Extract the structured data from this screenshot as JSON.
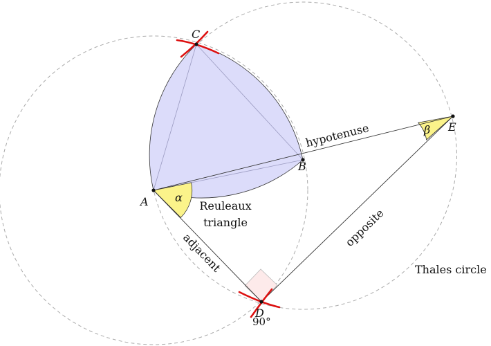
{
  "points": {
    "A": "A",
    "B": "B",
    "C": "C",
    "D": "D",
    "E": "E"
  },
  "angles": {
    "alpha": "α",
    "beta": "β",
    "right_angle": "90°"
  },
  "labels": {
    "hypotenuse": "hypotenuse",
    "adjacent": "adjacent",
    "opposite": "opposite",
    "reuleaux_line1": "Reuleaux",
    "reuleaux_line2": "triangle",
    "thales": "Thales circle"
  },
  "colors": {
    "reuleaux_fill": "#dcdcfa",
    "angle_fill": "#fbf38a",
    "right_angle_fill": "#fdeaea",
    "construction_mark": "#dd1111",
    "dashed_circle": "#aaaaaa",
    "line": "#333333"
  }
}
